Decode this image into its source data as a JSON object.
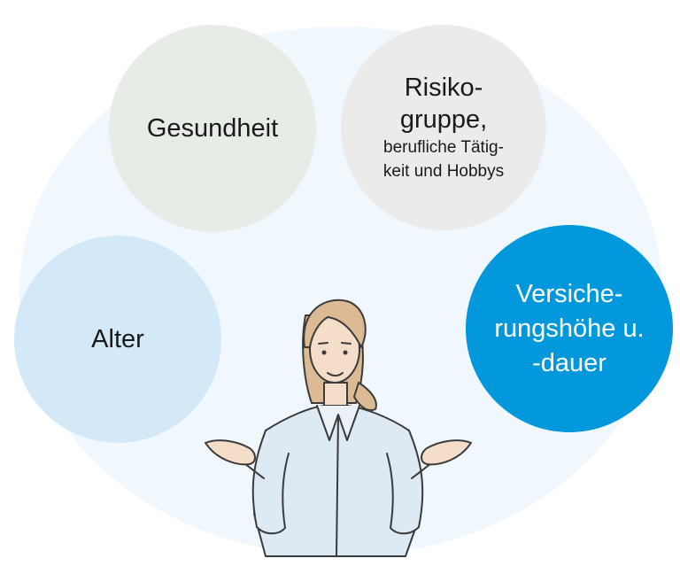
{
  "bubbles": {
    "health": {
      "label": "Gesundheit"
    },
    "risk": {
      "line1": "Risiko-",
      "line2": "gruppe,",
      "line3": "berufliche Tätig-",
      "line4": "keit und Hobbys"
    },
    "age": {
      "label": "Alter"
    },
    "sum": {
      "line1": "Versiche-",
      "line2": "rungshöhe u.",
      "line3": "-dauer"
    }
  },
  "colors": {
    "health_bubble": "#e7ede6",
    "risk_bubble": "#ebebeb",
    "age_bubble": "#d4e9f7",
    "sum_bubble": "#0398dc",
    "background_ellipse": "#f1f8fd"
  },
  "illustration": {
    "icon": "shrugging-woman-icon"
  }
}
